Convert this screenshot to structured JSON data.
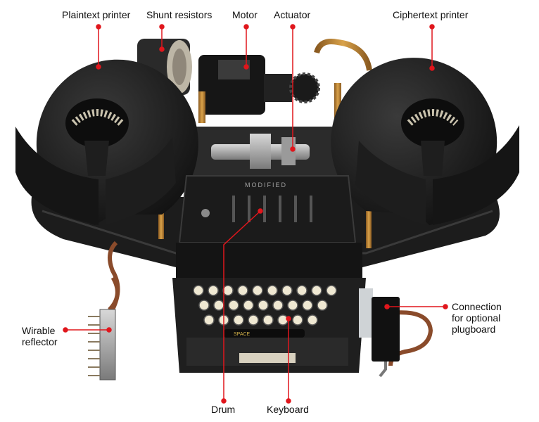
{
  "photo": {
    "name": "cipher machine with printers, drum and keyboard"
  },
  "colors": {
    "callout": "#e0161c",
    "machine": "#1a1a1a",
    "cable": "#8a4b2b"
  },
  "labels": {
    "plaintext_printer": "Plaintext printer",
    "shunt_resistors": "Shunt resistors",
    "motor": "Motor",
    "actuator": "Actuator",
    "ciphertext_printer": "Ciphertext printer",
    "wirable_reflector": "Wirable\nreflector",
    "connection": "Connection\nfor optional\nplugboard",
    "drum": "Drum",
    "keyboard": "Keyboard"
  },
  "plate_text": "MODIFIED",
  "key_text": "SPACE"
}
